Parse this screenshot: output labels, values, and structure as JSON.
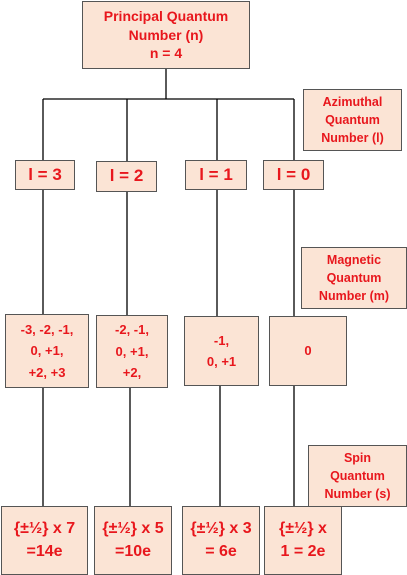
{
  "root": {
    "text": "Principal Quantum\nNumber (n)\nn = 4"
  },
  "labels": {
    "azimuthal": "Azimuthal\nQuantum\nNumber  (l)",
    "magnetic": "Magnetic\nQuantum\nNumber (m)",
    "spin": "Spin\nQuantum\nNumber  (s)"
  },
  "l_values": [
    "l = 3",
    "l = 2",
    "l = 1",
    "l = 0"
  ],
  "m_values": [
    "-3, -2, -1,\n0, +1,\n+2, +3",
    "-2, -1,\n0, +1,\n+2,",
    "-1,\n0, +1",
    "0"
  ],
  "spin_values": [
    "{±½} x 7\n=14e",
    "{±½} x 5\n=10e",
    "{±½} x 3\n= 6e",
    "{±½} x\n1 = 2e"
  ],
  "colors": {
    "box_fill": "#fbe4d5",
    "box_border": "#555555",
    "text": "#e8171d",
    "lines": "#000000"
  }
}
